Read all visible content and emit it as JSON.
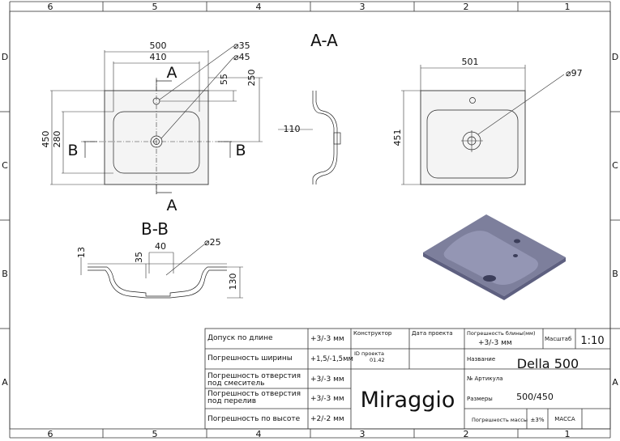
{
  "frame": {
    "col_numbers": [
      "6",
      "5",
      "4",
      "3",
      "2",
      "1"
    ],
    "row_letters": [
      "D",
      "C",
      "B",
      "A"
    ]
  },
  "section_labels": {
    "aa": "A-A",
    "bb": "B-B",
    "cut_a": "A",
    "cut_b": "B"
  },
  "dimensions": {
    "top_width_500": "500",
    "top_width_410": "410",
    "hole_35": "⌀35",
    "hole_45": "⌀45",
    "d55": "55",
    "d250": "250",
    "h450": "450",
    "h280": "280",
    "side_110": "110",
    "right_501": "501",
    "right_97": "⌀97",
    "right_451": "451",
    "bb_40": "40",
    "bb_25": "⌀25",
    "bb_13": "13",
    "bb_35": "35",
    "bb_130": "130"
  },
  "title_block": {
    "rows": [
      {
        "label": "Допуск по длине",
        "value": "+3/-3 мм"
      },
      {
        "label": "Погрешность ширины",
        "value": "+1,5/-1,5мм"
      },
      {
        "label": "Погрешность отверстия под смеситель",
        "value": "+3/-3 мм"
      },
      {
        "label": "Погрешность отверстия под перелив",
        "value": "+3/-3 мм"
      },
      {
        "label": "Погрешность по высоте",
        "value": "+2/-2 мм"
      }
    ],
    "constructor_label": "Конструктор",
    "date_label": "Дата проекта",
    "project_id_label": "ID проекта",
    "project_id_value": "01.42",
    "brand": "Miraggio",
    "depth_tol_label": "Погрешность блины(мм)",
    "depth_tol_value": "+3/-3 мм",
    "scale_label": "Масштаб",
    "scale_value": "1:10",
    "name_label": "Название",
    "name_value": "Della 500",
    "article_label": "№ Артикула",
    "size_label": "Размеры",
    "size_value": "500/450",
    "mass_tol_label": "Погрешность массы",
    "mass_tol_value": "±3%",
    "mass_label": "МАССА"
  },
  "colors": {
    "render_top": "#7d7f9c",
    "render_bowl": "#9496b4",
    "render_edge": "#5e6080"
  }
}
